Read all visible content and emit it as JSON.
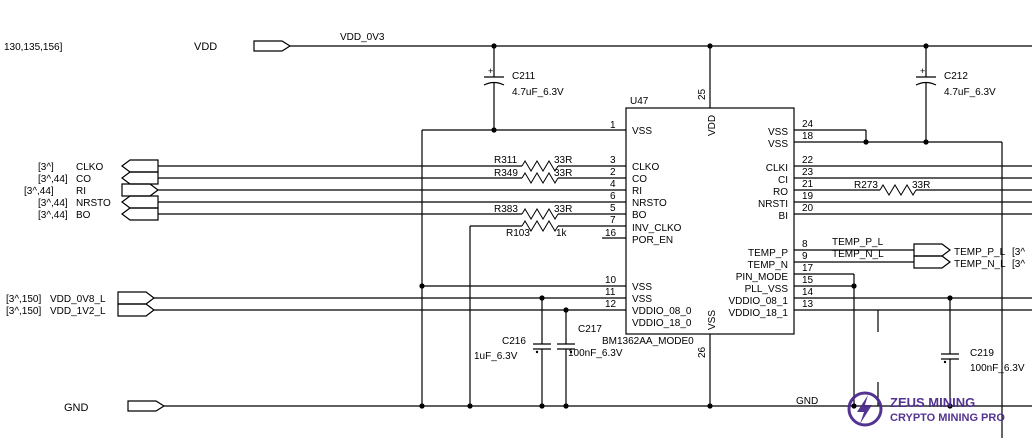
{
  "header": {
    "ref_list": "130,135,156]",
    "vdd_port": "VDD",
    "vdd_net": "VDD_0V3"
  },
  "chip": {
    "ref": "U47",
    "part": "BM1362AA_MODE0",
    "top_pin_num": "25",
    "top_pin_name": "VDD",
    "bottom_pin_num": "26",
    "bottom_pin_name": "VSS",
    "left_pins": [
      {
        "num": "1",
        "name": "VSS"
      },
      {
        "num": "3",
        "name": "CLKO"
      },
      {
        "num": "2",
        "name": "CO"
      },
      {
        "num": "4",
        "name": "RI"
      },
      {
        "num": "6",
        "name": "NRSTO"
      },
      {
        "num": "5",
        "name": "BO"
      },
      {
        "num": "7",
        "name": "INV_CLKO"
      },
      {
        "num": "16",
        "name": "POR_EN"
      },
      {
        "num": "10",
        "name": "VSS"
      },
      {
        "num": "11",
        "name": "VSS"
      },
      {
        "num": "12",
        "name": "VDDIO_08_0"
      },
      {
        "num": "",
        "name": "VDDIO_18_0"
      }
    ],
    "right_pins": [
      {
        "num": "24",
        "name": "VSS"
      },
      {
        "num": "18",
        "name": "VSS"
      },
      {
        "num": "22",
        "name": "CLKI"
      },
      {
        "num": "23",
        "name": "CI"
      },
      {
        "num": "21",
        "name": "RO"
      },
      {
        "num": "19",
        "name": "NRSTI"
      },
      {
        "num": "20",
        "name": "BI"
      },
      {
        "num": "8",
        "name": "TEMP_P"
      },
      {
        "num": "9",
        "name": "TEMP_N"
      },
      {
        "num": "17",
        "name": "PIN_MODE"
      },
      {
        "num": "15",
        "name": "PLL_VSS"
      },
      {
        "num": "14",
        "name": "VDDIO_08_1"
      },
      {
        "num": "13",
        "name": "VDDIO_18_1"
      }
    ]
  },
  "ports_left": [
    {
      "ref": "[3^]",
      "name": "CLKO"
    },
    {
      "ref": "[3^,44]",
      "name": "CO"
    },
    {
      "ref": "[3^,44]",
      "name": "RI"
    },
    {
      "ref": "[3^,44]",
      "name": "NRSTO"
    },
    {
      "ref": "[3^,44]",
      "name": "BO"
    }
  ],
  "ports_power": [
    {
      "ref": "[3^,150]",
      "name": "VDD_0V8_L"
    },
    {
      "ref": "[3^,150]",
      "name": "VDD_1V2_L"
    }
  ],
  "gnd": {
    "left": "GND",
    "right": "GND"
  },
  "resistors": [
    {
      "ref": "R311",
      "value": "33R"
    },
    {
      "ref": "R349",
      "value": "33R"
    },
    {
      "ref": "R383",
      "value": "33R"
    },
    {
      "ref": "R103",
      "value": "1k"
    },
    {
      "ref": "R273",
      "value": "33R"
    }
  ],
  "capacitors": [
    {
      "ref": "C211",
      "value": "4.7uF_6.3V"
    },
    {
      "ref": "C212",
      "value": "4.7uF_6.3V"
    },
    {
      "ref": "C216",
      "value": "1uF_6.3V"
    },
    {
      "ref": "C217",
      "value": "100nF_6.3V"
    },
    {
      "ref": "C219",
      "value": "100nF_6.3V"
    }
  ],
  "temp_nets": [
    {
      "net": "TEMP_P_L",
      "port": "TEMP_P_L",
      "ref": "[3^"
    },
    {
      "net": "TEMP_N_L",
      "port": "TEMP_N_L",
      "ref": "[3^"
    }
  ],
  "watermark": {
    "line1": "ZEUS MINING",
    "line2": "CRYPTO MINING PRO",
    "brand_color": "#4b2a8c"
  }
}
